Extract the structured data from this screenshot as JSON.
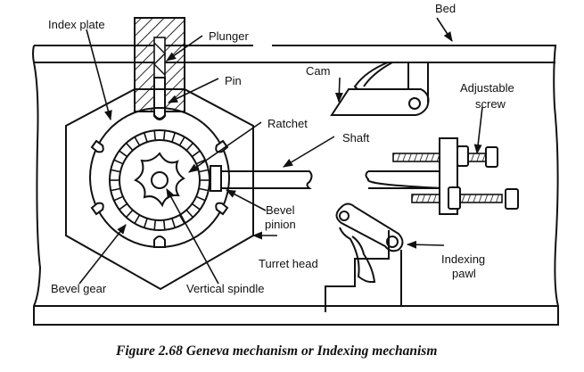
{
  "figure": {
    "caption": "Figure 2.68 Geneva mechanism or Indexing mechanism",
    "labels": {
      "bed": "Bed",
      "index_plate": "Index plate",
      "plunger": "Plunger",
      "pin": "Pin",
      "cam": "Cam",
      "adjustable_screw_line1": "Adjustable",
      "adjustable_screw_line2": "screw",
      "ratchet": "Ratchet",
      "shaft": "Shaft",
      "bevel_pinion_line1": "Bevel",
      "bevel_pinion_line2": "pinion",
      "turret_head": "Turret head",
      "bevel_gear": "Bevel gear",
      "vertical_spindle": "Vertical spindle",
      "indexing_pawl_line1": "Indexing",
      "indexing_pawl_line2": "pawl"
    }
  }
}
